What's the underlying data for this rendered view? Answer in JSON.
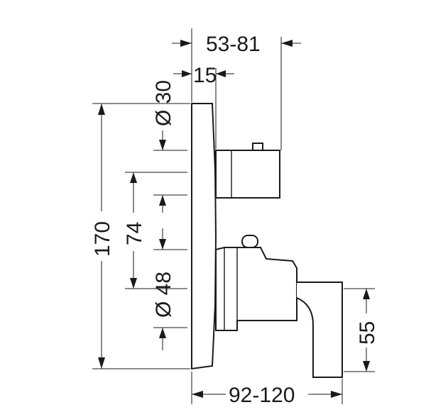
{
  "diagram": {
    "dimensions": {
      "depth_range": "53-81",
      "wall_offset": "15",
      "diameter_top": "Ø 30",
      "height_total": "170",
      "spacing_center": "74",
      "diameter_lower": "Ø 48",
      "lever_height": "55",
      "width_range": "92-120"
    },
    "colors": {
      "line": "#1a1a1a",
      "background": "#ffffff"
    }
  }
}
